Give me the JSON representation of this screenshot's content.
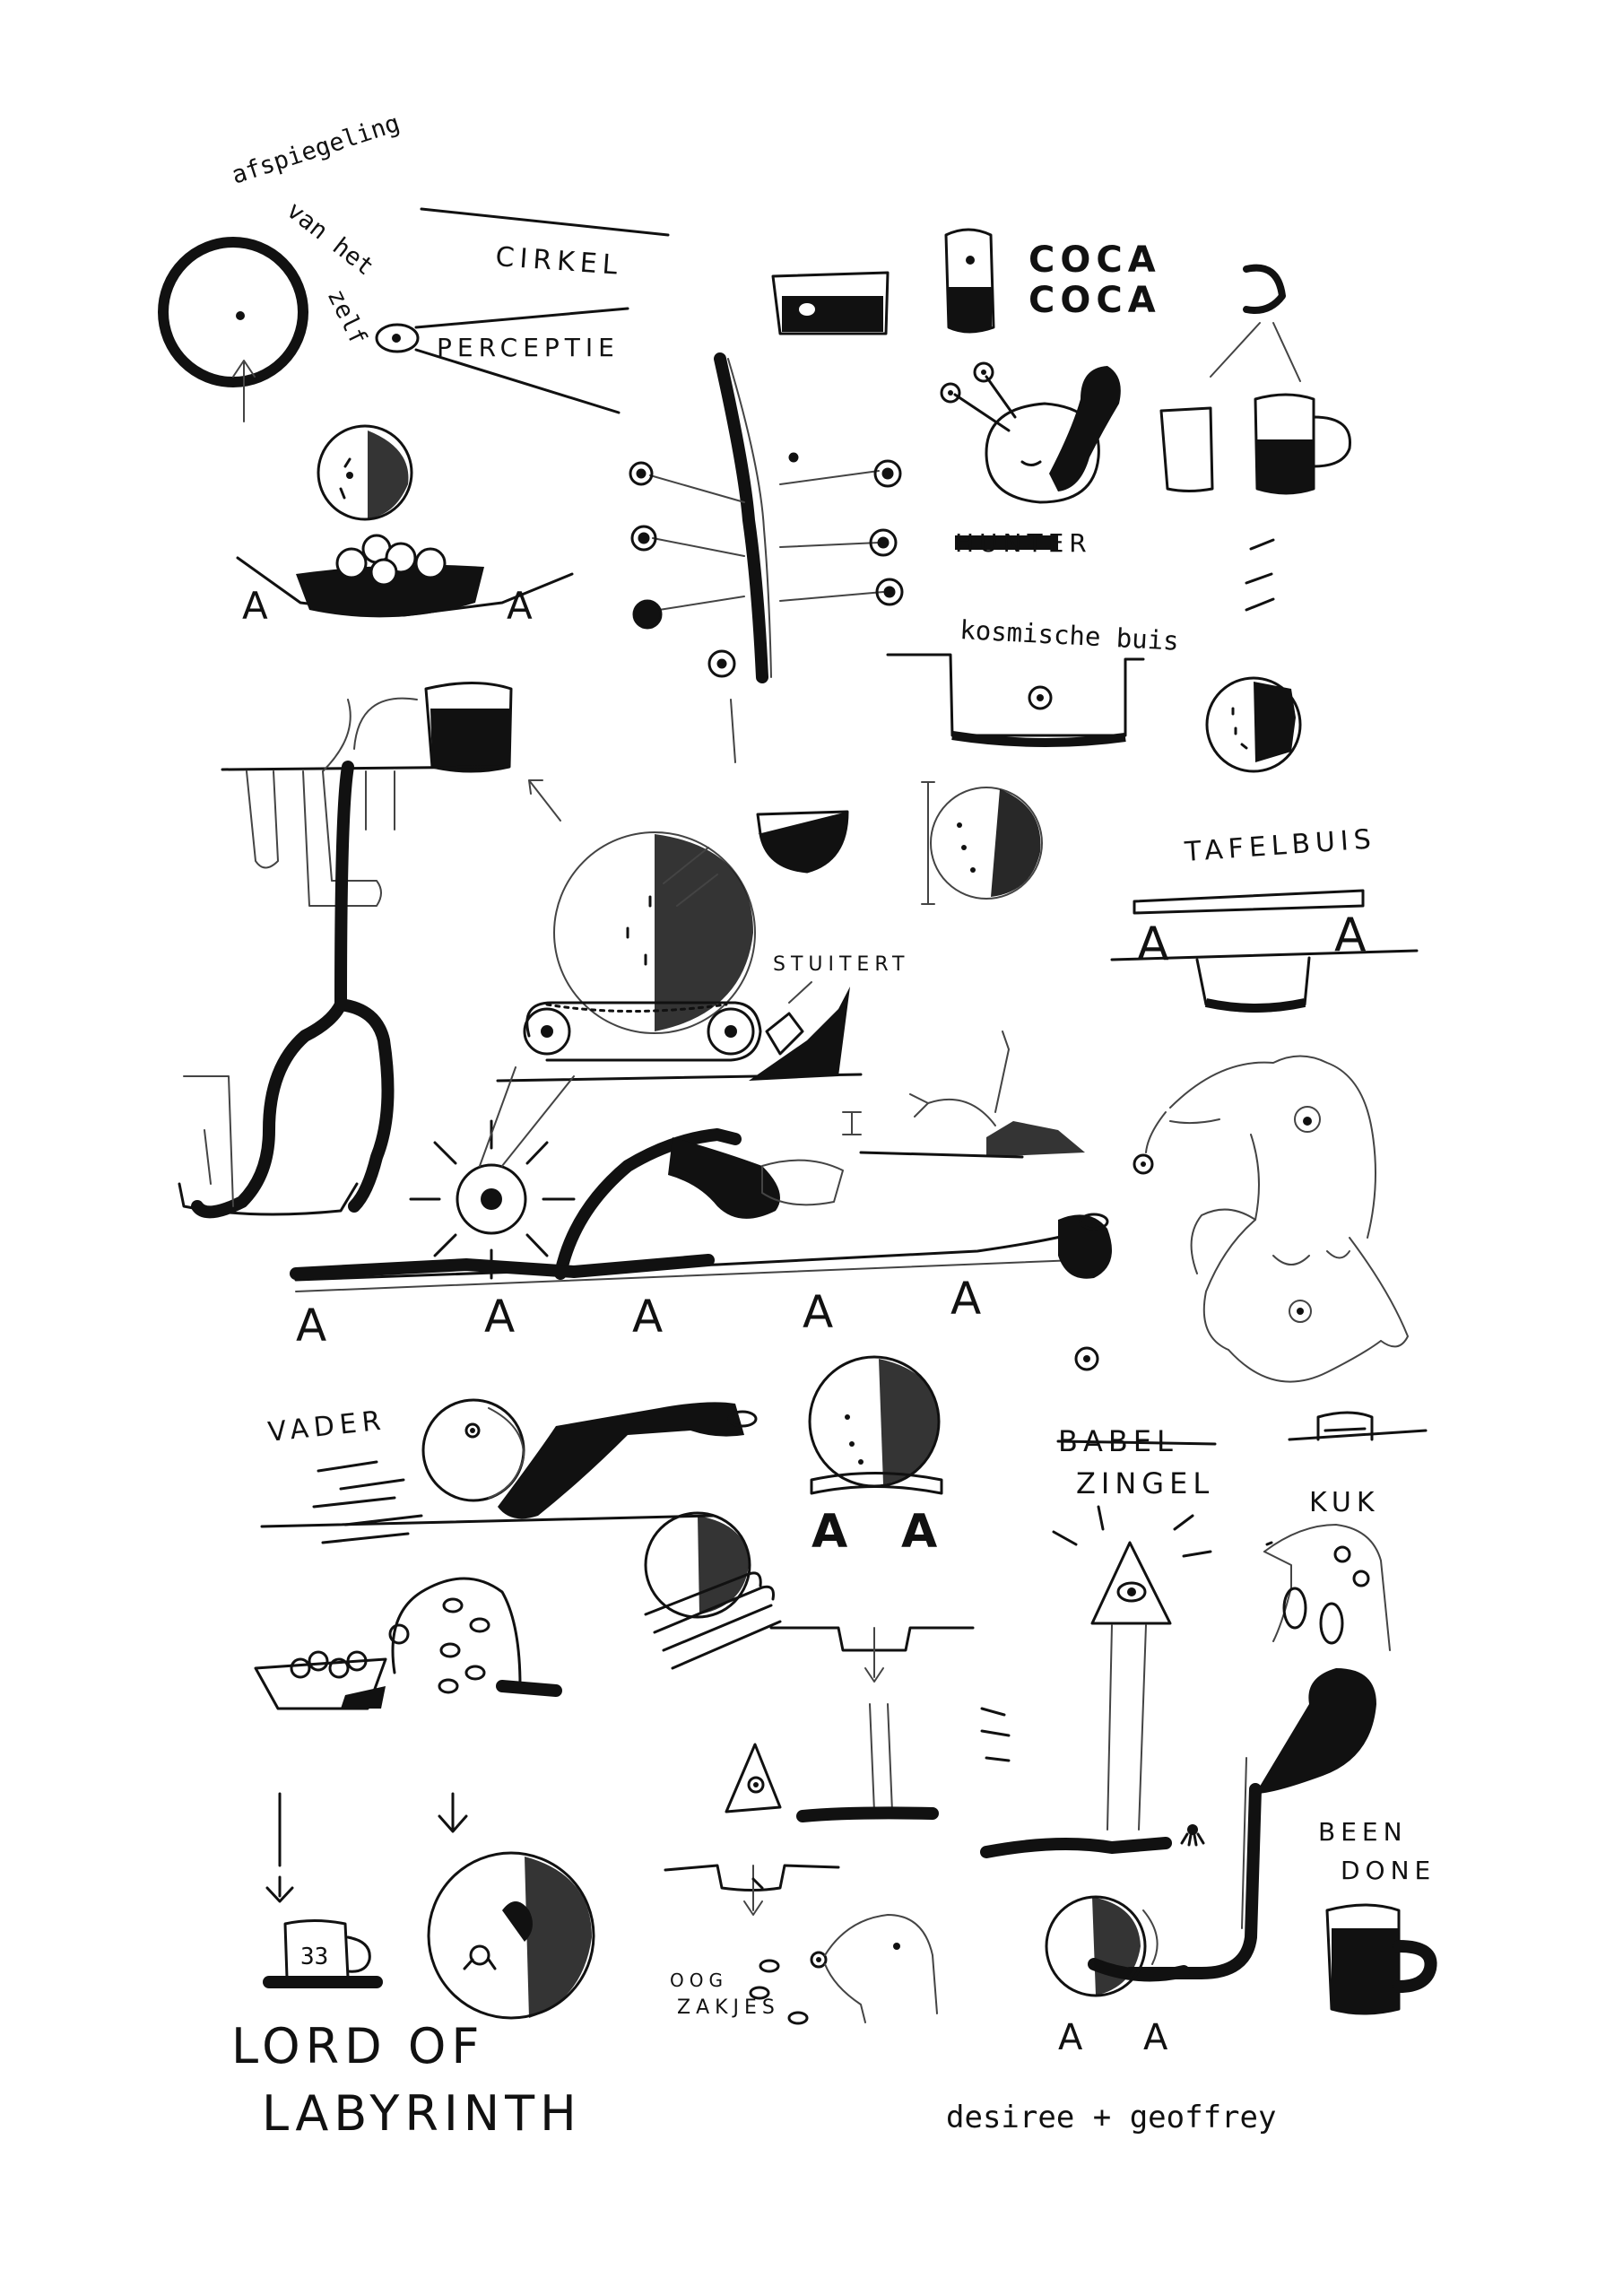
{
  "labels": {
    "afspiegeling": "afspiegeling",
    "van_het": "van het",
    "zelf": "zelf",
    "cirkel": "CIRKEL",
    "perceptie": "PERCEPTIE",
    "coca1": "COCA",
    "coca2": "COCA",
    "hunter": "HUNTER",
    "kosmische_buis": "kosmische buis",
    "tafelbuis": "TAFELBUIS",
    "stuitert": "STUITERT",
    "vader": "VADER",
    "babel": "BABEL",
    "zingel": "ZINGEL",
    "kuk": "KUK",
    "been": "BEEN",
    "done": "DONE",
    "oog": "OOG",
    "zakjes": "ZAKJES",
    "lord_of": "LORD OF",
    "labyrinth": "LABYRINTH",
    "signature": "desiree + geoffrey",
    "mug_number": "33"
  }
}
